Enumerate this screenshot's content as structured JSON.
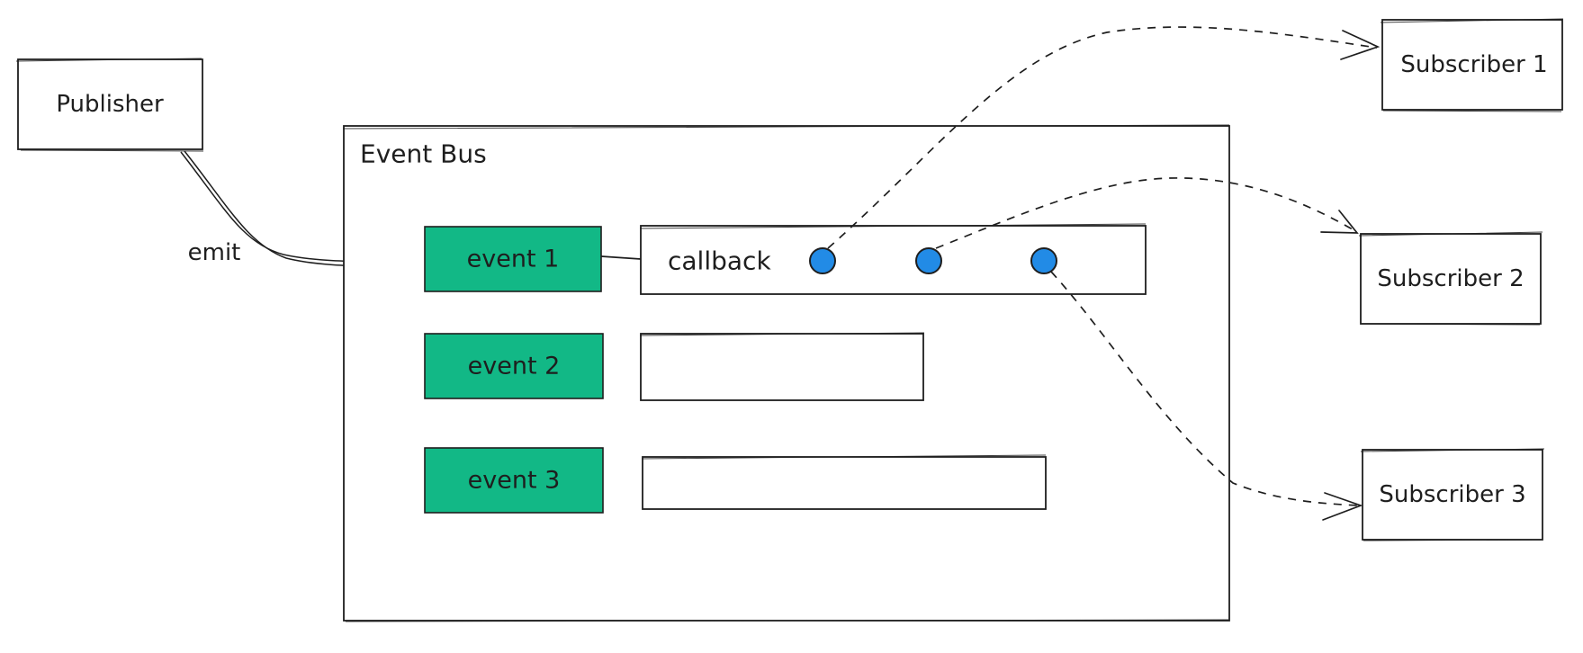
{
  "publisher": {
    "label": "Publisher"
  },
  "bus": {
    "title": "Event Bus"
  },
  "emit": {
    "label": "emit"
  },
  "events": [
    {
      "label": "event 1",
      "color": "#12b886"
    },
    {
      "label": "event 2",
      "color": "#12b886"
    },
    {
      "label": "event 3",
      "color": "#12b886"
    }
  ],
  "callback": {
    "label": "callback",
    "dot_color": "#228be6"
  },
  "subscribers": [
    {
      "label": "Subscriber 1"
    },
    {
      "label": "Subscriber 2"
    },
    {
      "label": "Subscriber 3"
    }
  ]
}
